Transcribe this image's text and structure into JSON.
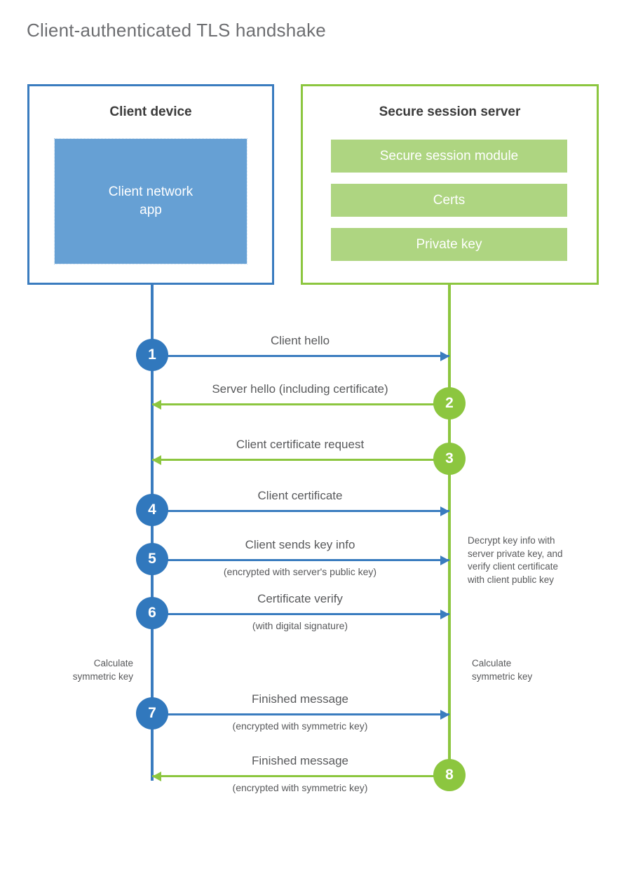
{
  "title": "Client-authenticated TLS handshake",
  "colors": {
    "blue": "#3a7cbf",
    "blue_fill": "#66a0d4",
    "blue_badge": "#3178bd",
    "green": "#8cc63f",
    "green_fill": "#aed581",
    "text": "#58595b",
    "title_text": "#6d6e71"
  },
  "client": {
    "title": "Client device",
    "app_label": "Client network\napp"
  },
  "server": {
    "title": "Secure session server",
    "components": [
      "Secure session module",
      "Certs",
      "Private key"
    ]
  },
  "steps": [
    {
      "number": "1",
      "label": "Client hello",
      "sublabel": "",
      "direction": "right",
      "color": "blue"
    },
    {
      "number": "2",
      "label": "Server hello (including certificate)",
      "sublabel": "",
      "direction": "left",
      "color": "green"
    },
    {
      "number": "3",
      "label": "Client certificate request",
      "sublabel": "",
      "direction": "left",
      "color": "green"
    },
    {
      "number": "4",
      "label": "Client certificate",
      "sublabel": "",
      "direction": "right",
      "color": "blue"
    },
    {
      "number": "5",
      "label": "Client sends key info",
      "sublabel": "(encrypted with server's public key)",
      "direction": "right",
      "color": "blue"
    },
    {
      "number": "6",
      "label": "Certificate verify",
      "sublabel": "(with digital signature)",
      "direction": "right",
      "color": "blue"
    },
    {
      "number": "7",
      "label": "Finished message",
      "sublabel": "(encrypted with symmetric key)",
      "direction": "right",
      "color": "blue"
    },
    {
      "number": "8",
      "label": "Finished message",
      "sublabel": "(encrypted with symmetric key)",
      "direction": "left",
      "color": "green"
    }
  ],
  "notes": {
    "server_decrypt": "Decrypt key info with\nserver private key, and\nverify client certificate\nwith client public key",
    "client_symmetric": "Calculate\nsymmetric key",
    "server_symmetric": "Calculate\nsymmetric key"
  }
}
